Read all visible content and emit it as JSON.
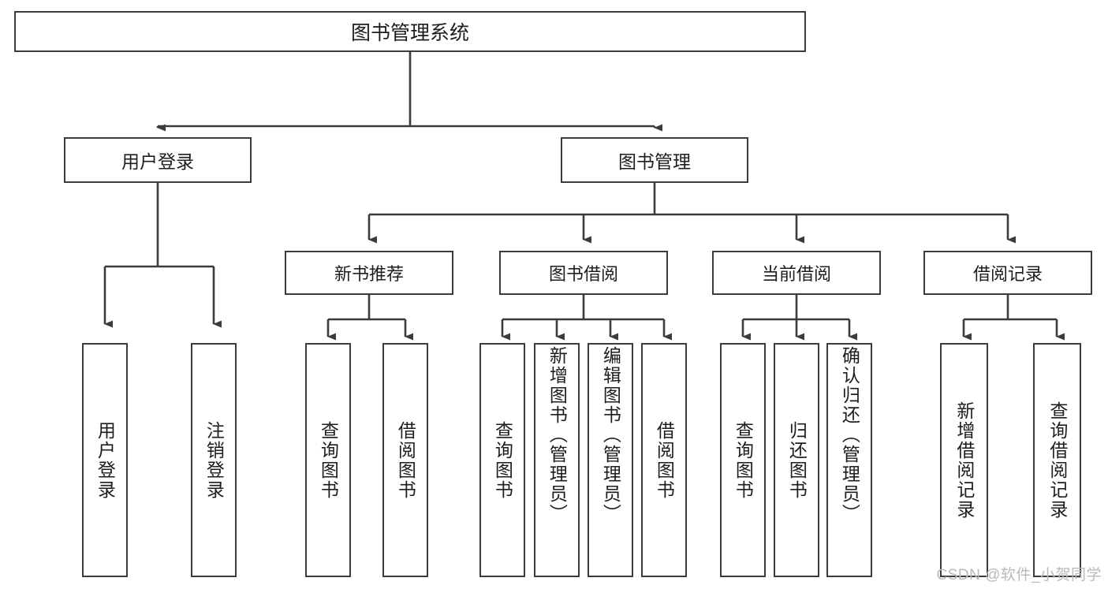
{
  "diagram": {
    "title": "图书管理系统",
    "type": "功能结构图",
    "colors": {
      "node_border": "#3b3b3b",
      "node_fill": "#ffffff",
      "edge": "#3b3b3b",
      "text": "#1d1d1d",
      "watermark": "#b9b9b9",
      "background": "#ffffff"
    },
    "root": {
      "id": "root",
      "label": "图书管理系统"
    },
    "level1": [
      {
        "id": "user-login",
        "label": "用户登录"
      },
      {
        "id": "book-manage",
        "label": "图书管理"
      }
    ],
    "level2": [
      {
        "id": "new-book-recommend",
        "label": "新书推荐",
        "parent": "book-manage"
      },
      {
        "id": "book-borrow",
        "label": "图书借阅",
        "parent": "book-manage"
      },
      {
        "id": "current-borrow",
        "label": "当前借阅",
        "parent": "book-manage"
      },
      {
        "id": "borrow-record",
        "label": "借阅记录",
        "parent": "book-manage"
      }
    ],
    "leaves": [
      {
        "id": "leaf-user-login",
        "label": "用户登录",
        "parent": "user-login",
        "align": "center"
      },
      {
        "id": "leaf-logout",
        "label": "注销登录",
        "parent": "user-login",
        "align": "center"
      },
      {
        "id": "leaf-query-book-1",
        "label": "查询图书",
        "parent": "new-book-recommend",
        "align": "center"
      },
      {
        "id": "leaf-borrow-book-1",
        "label": "借阅图书",
        "parent": "new-book-recommend",
        "align": "center"
      },
      {
        "id": "leaf-query-book-2",
        "label": "查询图书",
        "parent": "book-borrow",
        "align": "center"
      },
      {
        "id": "leaf-add-book",
        "label": "新增图书（管理员）",
        "parent": "book-borrow",
        "align": "top"
      },
      {
        "id": "leaf-edit-book",
        "label": "编辑图书（管理员）",
        "parent": "book-borrow",
        "align": "top"
      },
      {
        "id": "leaf-borrow-book-2",
        "label": "借阅图书",
        "parent": "book-borrow",
        "align": "center"
      },
      {
        "id": "leaf-query-book-3",
        "label": "查询图书",
        "parent": "current-borrow",
        "align": "center"
      },
      {
        "id": "leaf-return-book",
        "label": "归还图书",
        "parent": "current-borrow",
        "align": "center"
      },
      {
        "id": "leaf-confirm-return",
        "label": "确认归还（管理员）",
        "parent": "current-borrow",
        "align": "top"
      },
      {
        "id": "leaf-add-record",
        "label": "新增借阅记录",
        "parent": "borrow-record",
        "align": "center"
      },
      {
        "id": "leaf-query-record",
        "label": "查询借阅记录",
        "parent": "borrow-record",
        "align": "center"
      }
    ],
    "watermark": "CSDN @软件_小贺同学"
  }
}
